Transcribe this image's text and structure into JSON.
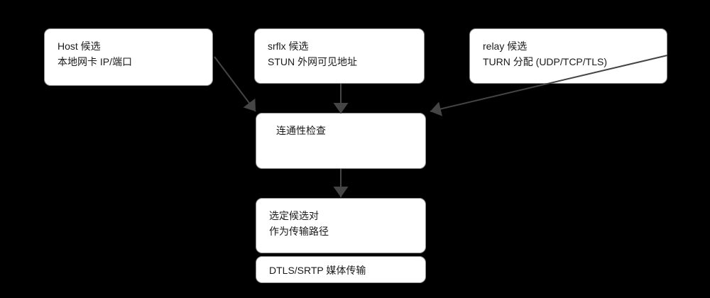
{
  "diagram": {
    "title_semantic": "ICE candidate gathering and connectivity flow",
    "background_color": "#000000",
    "node_fill_color": "#ffffff",
    "node_border_color": "#8f8f8f",
    "node_text_color": "#1a1a1a",
    "arrow_color": "#454545",
    "nodes": {
      "host": {
        "line1": "Host 候选",
        "line2": "本地网卡 IP/端口"
      },
      "srflx": {
        "line1": "srflx 候选",
        "line2": "STUN 外网可见地址"
      },
      "relay": {
        "line1": "relay 候选",
        "line2": "TURN 分配 (UDP/TCP/TLS)"
      },
      "check": {
        "line1": "连通性检查"
      },
      "selected": {
        "line1": "选定候选对",
        "line2": "作为传输路径"
      },
      "dtls": {
        "line1": "DTLS/SRTP 媒体传输"
      }
    },
    "edges": [
      {
        "from": "host",
        "to": "check"
      },
      {
        "from": "srflx",
        "to": "check"
      },
      {
        "from": "relay",
        "to": "check"
      },
      {
        "from": "check",
        "to": "selected"
      }
    ]
  }
}
